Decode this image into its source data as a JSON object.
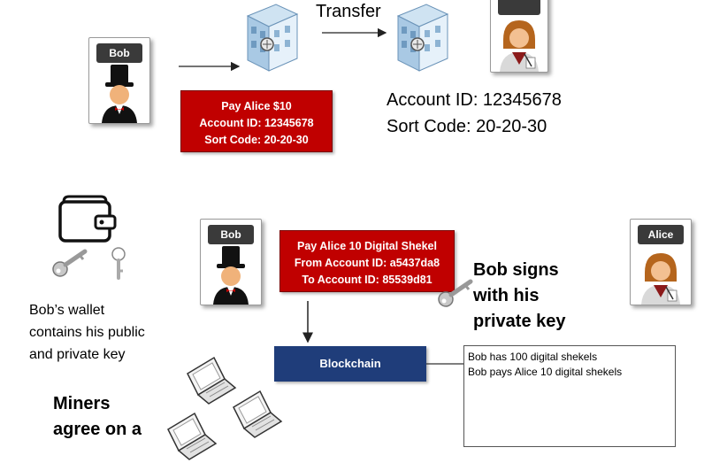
{
  "top": {
    "bob_card_label": "Bob",
    "transfer_label": "Transfer",
    "payment_box": [
      "Pay Alice $10",
      "Account ID: 12345678",
      "Sort Code: 20-20-30"
    ],
    "account_info": [
      "Account ID: 12345678",
      "Sort Code: 20-20-30"
    ]
  },
  "bottom": {
    "bob_card_label": "Bob",
    "alice_card_label": "Alice",
    "payment_box": [
      "Pay Alice 10 Digital Shekel",
      "From Account ID: a5437da8",
      "To Account ID: 85539d81"
    ],
    "signs_text": [
      "Bob signs",
      "with his",
      "private key"
    ],
    "wallet_text": [
      "Bob’s wallet",
      "contains his public",
      "and private key"
    ],
    "blockchain_label": "Blockchain",
    "ledger_lines": [
      "Bob has 100 digital shekels",
      "Bob pays Alice 10 digital shekels"
    ],
    "miners_text": [
      "Miners",
      "agree on a"
    ]
  },
  "colors": {
    "red_box": "#c00000",
    "blockchain_box": "#1f3d7a",
    "card_tag": "#3a3a3a"
  },
  "icons": [
    "bank-building-icon",
    "bob-avatar-icon",
    "alice-avatar-icon",
    "wallet-icon",
    "key-icon",
    "laptop-icon"
  ]
}
